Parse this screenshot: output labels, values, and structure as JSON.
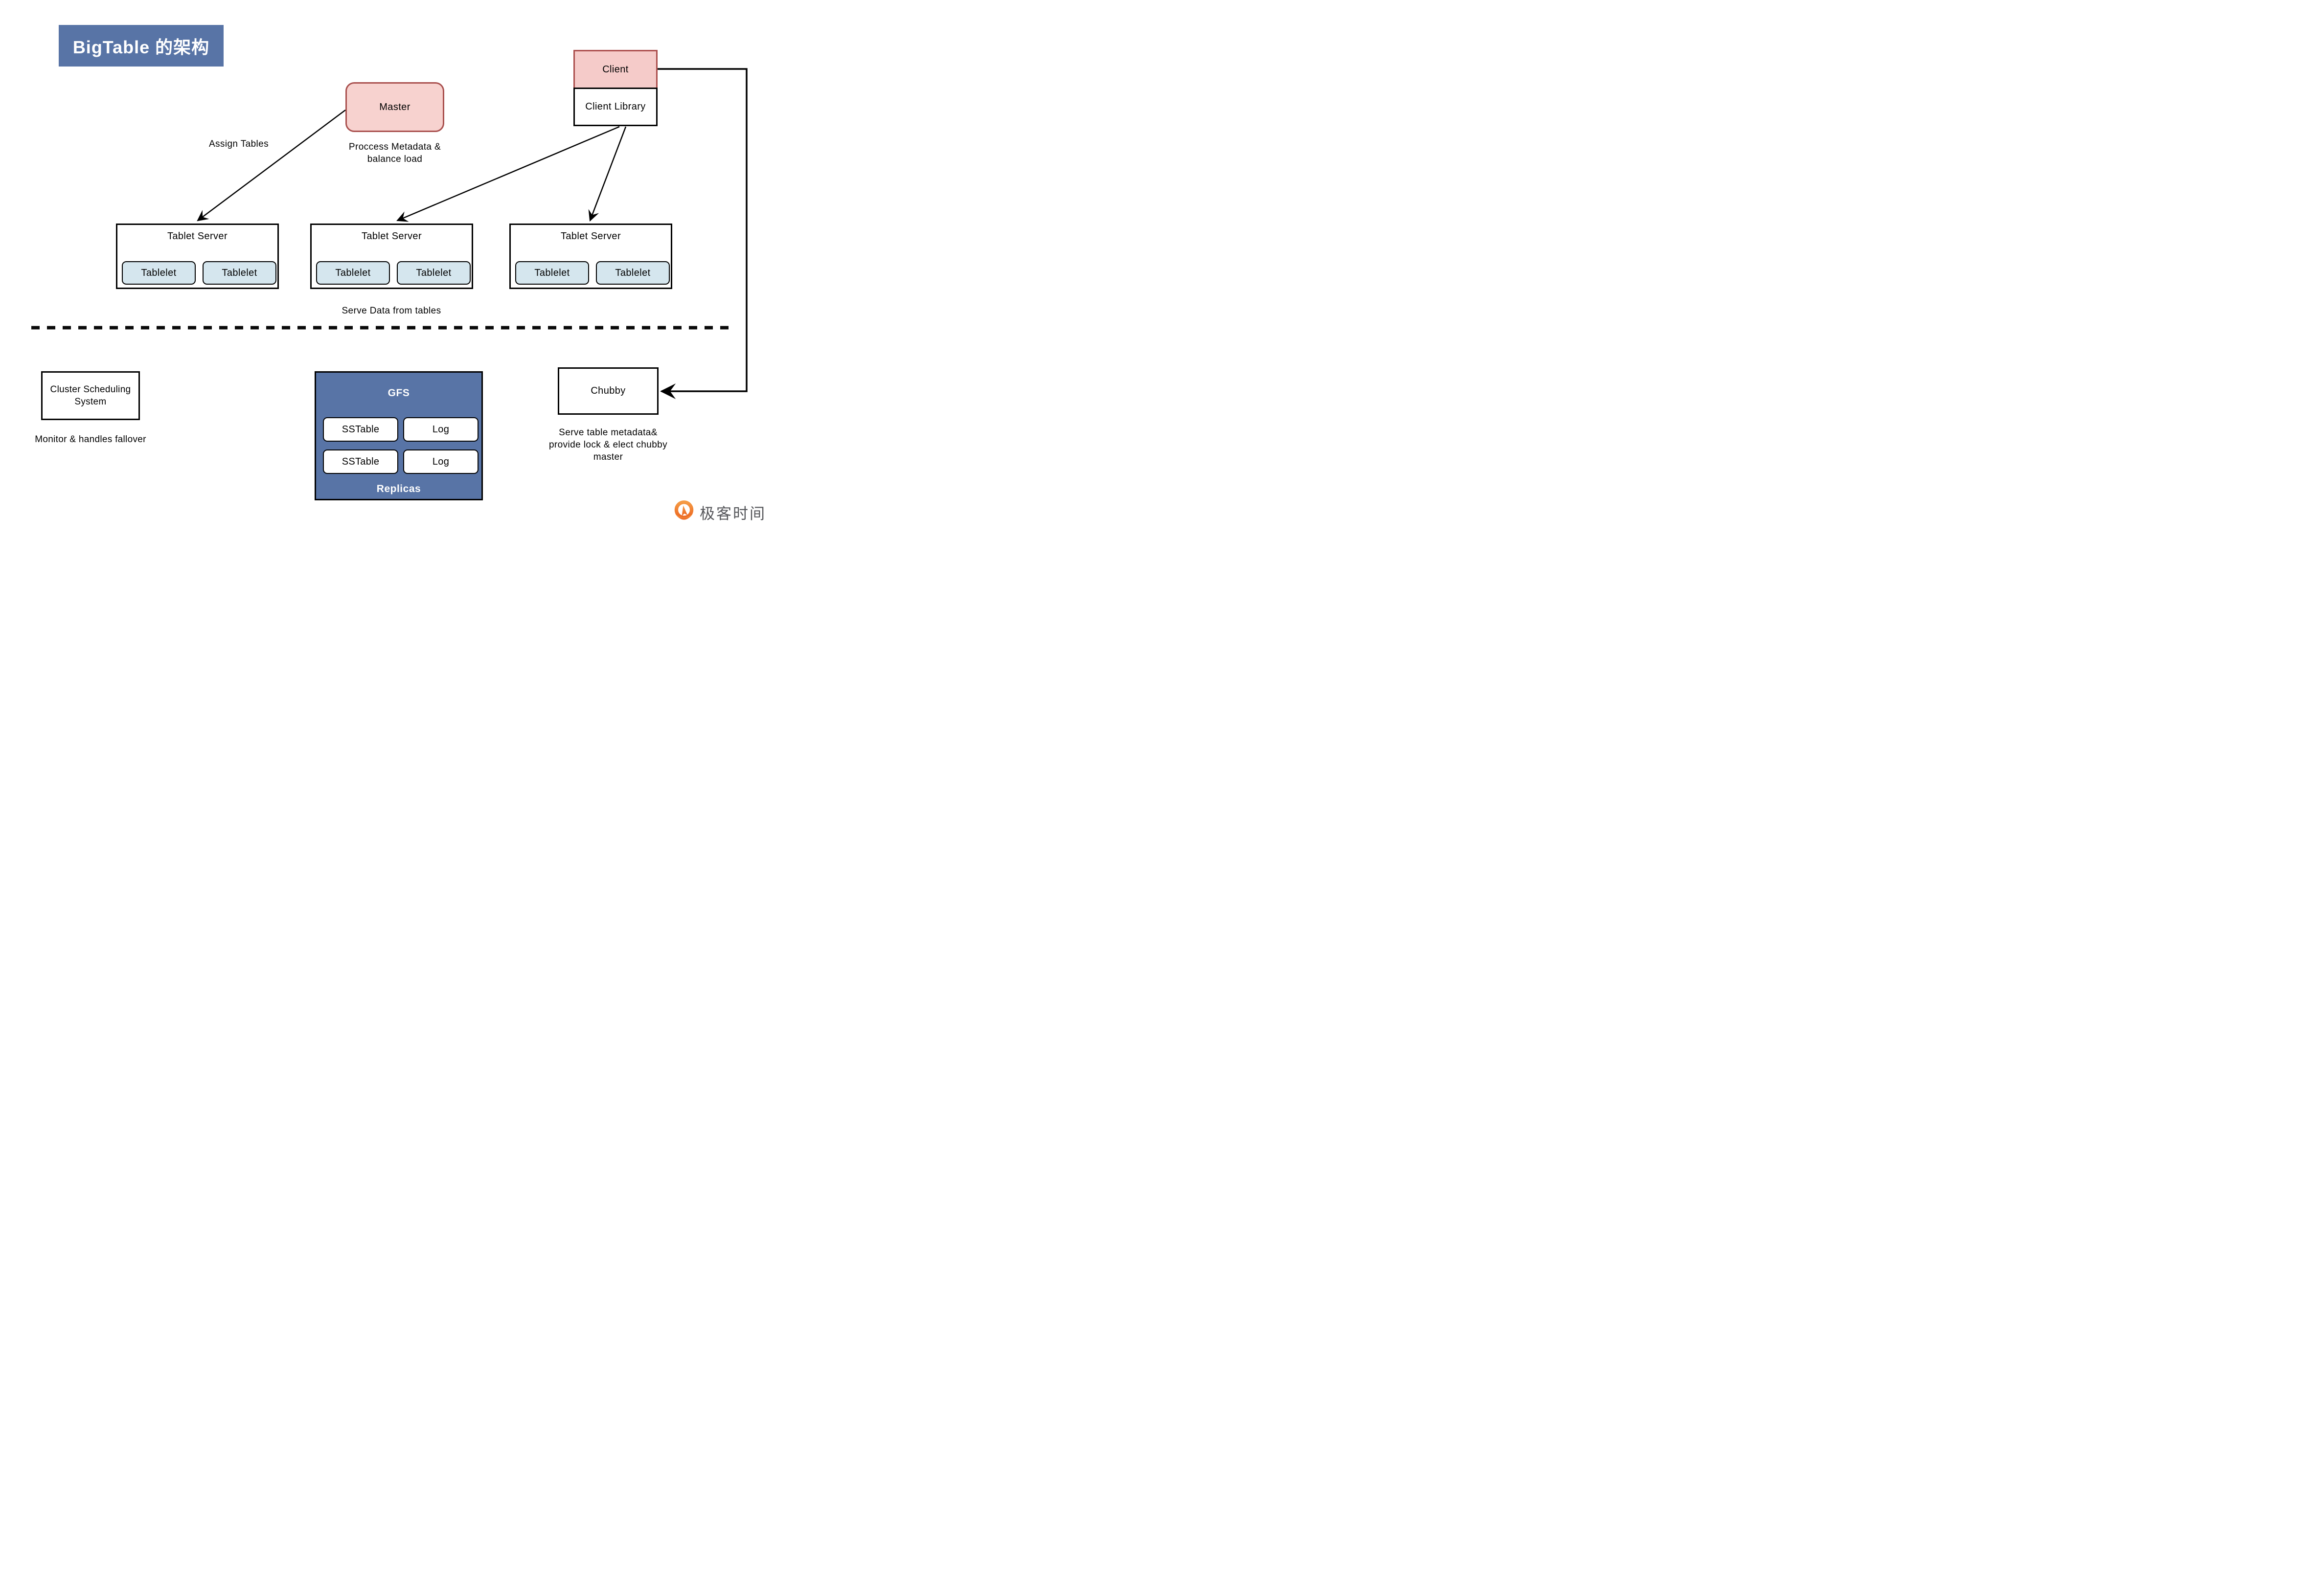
{
  "title": "BigTable 的架构",
  "master": {
    "label": "Master",
    "caption": [
      "Proccess Metadata &",
      "balance load"
    ]
  },
  "client": {
    "label": "Client"
  },
  "client_library": {
    "label": "Client Library"
  },
  "edge_labels": {
    "assign_tables": "Assign Tables",
    "serve_data": "Serve Data from tables"
  },
  "tablet_servers": [
    {
      "label": "Tablet Server",
      "tablelets": [
        "Tablelet",
        "Tablelet"
      ]
    },
    {
      "label": "Tablet Server",
      "tablelets": [
        "Tablelet",
        "Tablelet"
      ]
    },
    {
      "label": "Tablet Server",
      "tablelets": [
        "Tablelet",
        "Tablelet"
      ]
    }
  ],
  "cluster": {
    "label_lines": [
      "Cluster Scheduling",
      "System"
    ],
    "caption": "Monitor & handles fallover"
  },
  "gfs": {
    "label": "GFS",
    "cells": [
      [
        "SSTable",
        "Log"
      ],
      [
        "SSTable",
        "Log"
      ]
    ],
    "footer": "Replicas"
  },
  "chubby": {
    "label": "Chubby",
    "caption": [
      "Serve table metadata&",
      "provide lock & elect chubby",
      "master"
    ]
  },
  "logo": {
    "text": "极客时间"
  },
  "colors": {
    "header_blue": "#5874a6",
    "pink_fill": "#f7d2cf",
    "pink_border": "#ab4e4c",
    "tablelet_blue": "#d5e6ee",
    "line_black": "#000000",
    "logo_orange": "#ee6a24",
    "logo_text_gray": "#55565a"
  }
}
